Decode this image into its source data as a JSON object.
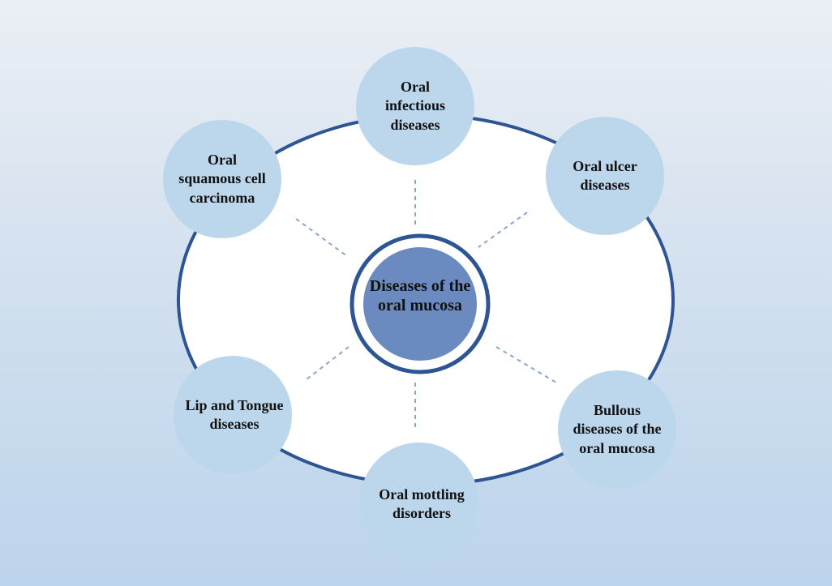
{
  "colors": {
    "background_top": "#ebeff5",
    "background_bottom": "#bcd4ec",
    "ellipse_fill": "#ffffff",
    "ellipse_stroke": "#2e5593",
    "satellite_fill": "#bcd6ec",
    "hub_fill": "#6b8bc0",
    "hub_ring": "#2e5593",
    "connector": "#8aa6cc",
    "text": "#111111"
  },
  "hub": {
    "label": "Diseases of the\noral mucosa"
  },
  "satellites": [
    {
      "id": "infectious",
      "label": "Oral\ninfectious\ndiseases"
    },
    {
      "id": "ulcer",
      "label": "Oral ulcer\ndiseases"
    },
    {
      "id": "bullous",
      "label": "Bullous\ndiseases of the\noral mucosa"
    },
    {
      "id": "mottling",
      "label": "Oral mottling\ndisorders"
    },
    {
      "id": "lip-tongue",
      "label": "Lip and Tongue\ndiseases"
    },
    {
      "id": "squamous",
      "label": "Oral\nsquamous cell\ncarcinoma"
    }
  ]
}
